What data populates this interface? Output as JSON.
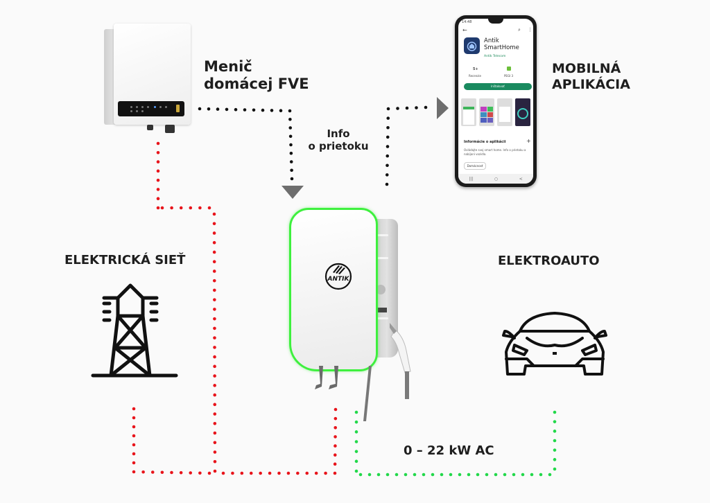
{
  "labels": {
    "inverter": [
      "Menič",
      "domácej FVE"
    ],
    "mobile_app": [
      "MOBILNÁ",
      "APLIKÁCIA"
    ],
    "info_flow": [
      "Info",
      "o prietoku"
    ],
    "grid": "ELEKTRICKÁ SIEŤ",
    "ev": "ELEKTROAUTO",
    "power": "0 – 22 kW AC"
  },
  "phone": {
    "status_time": "14:48",
    "app_name": [
      "Antik",
      "SmartHome"
    ],
    "developer": "Antik Telecom",
    "stat_left_value": "5+",
    "stat_left_label": "Recenzie",
    "stat_right_label": "PEGI 3",
    "install_label": "Inštalovať",
    "info_heading": "Informácie o aplikácii",
    "info_text": "Ovládajte svoj smart home. Info o prietoku a nabíjaní vozidla.",
    "category_chip": "Domácnosť"
  },
  "charger": {
    "brand": "ANTIK"
  },
  "colors": {
    "data_line": "#111111",
    "grid_line": "#e8141b",
    "ev_line": "#22d84a",
    "charger_glow": "#3ef03e",
    "arrow": "#6e6e6e",
    "install_button": "#1a8a5f"
  }
}
